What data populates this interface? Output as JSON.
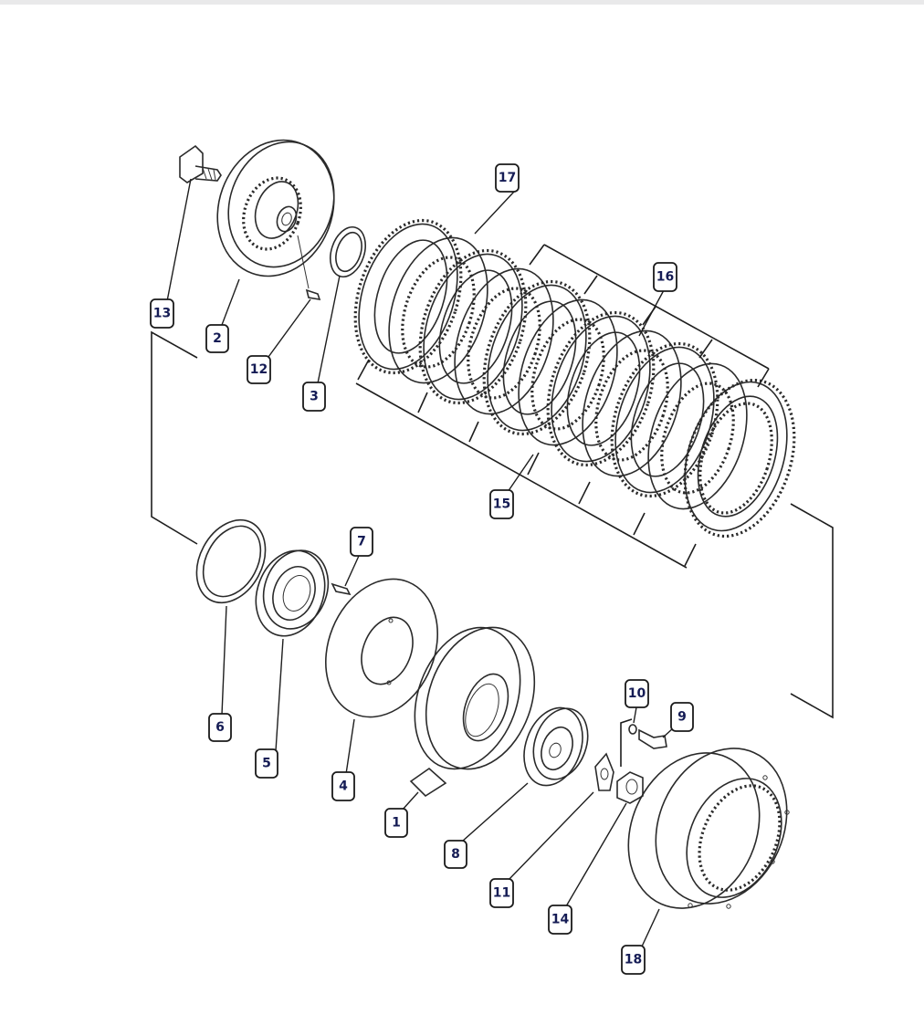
{
  "colors": {
    "background": "#ffffff",
    "line": "#2a2a2a",
    "callout_text": "#151c55",
    "callout_border": "#1a1a1a"
  },
  "callouts": [
    {
      "part": "1",
      "label": "1"
    },
    {
      "part": "2",
      "label": "2"
    },
    {
      "part": "3",
      "label": "3"
    },
    {
      "part": "4",
      "label": "4"
    },
    {
      "part": "5",
      "label": "5"
    },
    {
      "part": "6",
      "label": "6"
    },
    {
      "part": "7",
      "label": "7"
    },
    {
      "part": "8",
      "label": "8"
    },
    {
      "part": "9",
      "label": "9"
    },
    {
      "part": "10",
      "label": "10"
    },
    {
      "part": "11",
      "label": "11"
    },
    {
      "part": "12",
      "label": "12"
    },
    {
      "part": "13",
      "label": "13"
    },
    {
      "part": "14",
      "label": "14"
    },
    {
      "part": "15",
      "label": "15"
    },
    {
      "part": "16",
      "label": "16"
    },
    {
      "part": "17",
      "label": "17"
    },
    {
      "part": "18",
      "label": "18"
    }
  ]
}
